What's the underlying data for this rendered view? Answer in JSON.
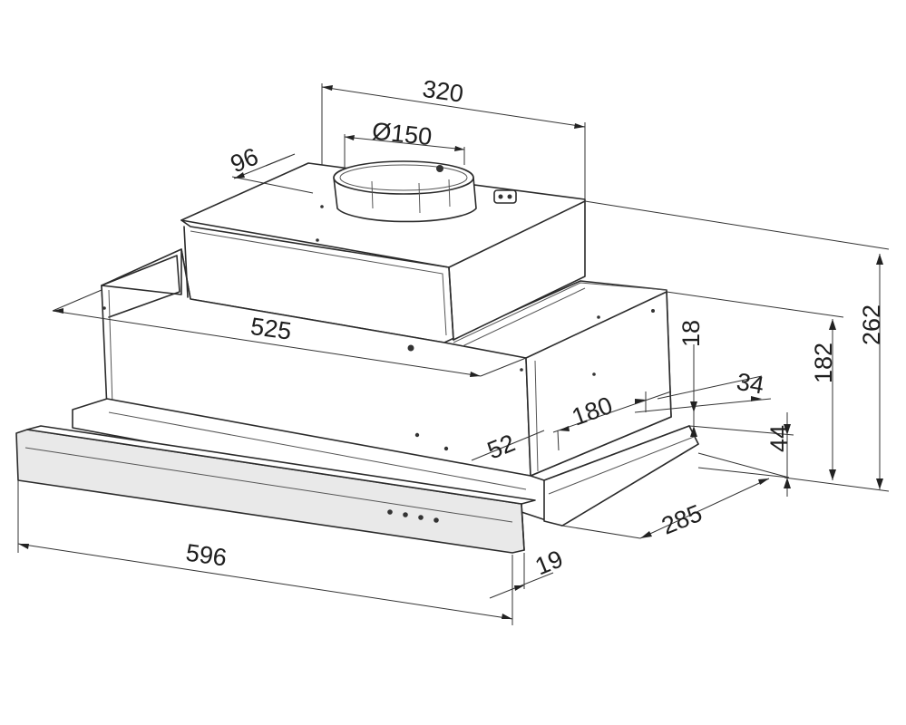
{
  "dimensions": {
    "duct_spacing": "320",
    "duct_diameter": "Ø150",
    "rear_offset": "96",
    "inner_width": "525",
    "mount_spacing": "180",
    "bracket_height": "18",
    "bracket_depth": "34",
    "side_offset": "52",
    "body_height": "182",
    "total_height": "262",
    "front_height": "44",
    "depth": "285",
    "panel_thickness": "19",
    "total_width": "596"
  }
}
